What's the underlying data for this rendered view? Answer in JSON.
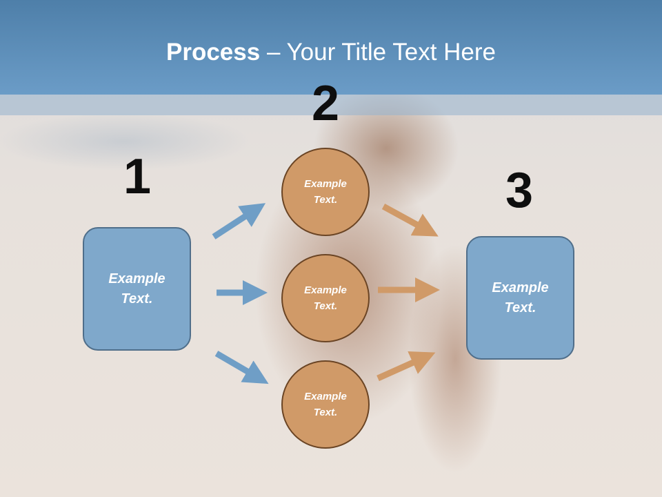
{
  "title": {
    "bold": "Process",
    "rest": " – Your Title Text Here"
  },
  "steps": {
    "one": "1",
    "two": "2",
    "three": "3"
  },
  "left_box": {
    "text": "Example Text."
  },
  "right_box": {
    "text": "Example Text."
  },
  "circles": [
    {
      "text": "Example Text."
    },
    {
      "text": "Example Text."
    },
    {
      "text": "Example Text."
    }
  ],
  "colors": {
    "header": "#5b8dba",
    "box_fill": "#7fa8cb",
    "circle_fill": "#d09a68",
    "blue_arrow": "#6f9ec6",
    "orange_arrow": "#d09a68"
  }
}
